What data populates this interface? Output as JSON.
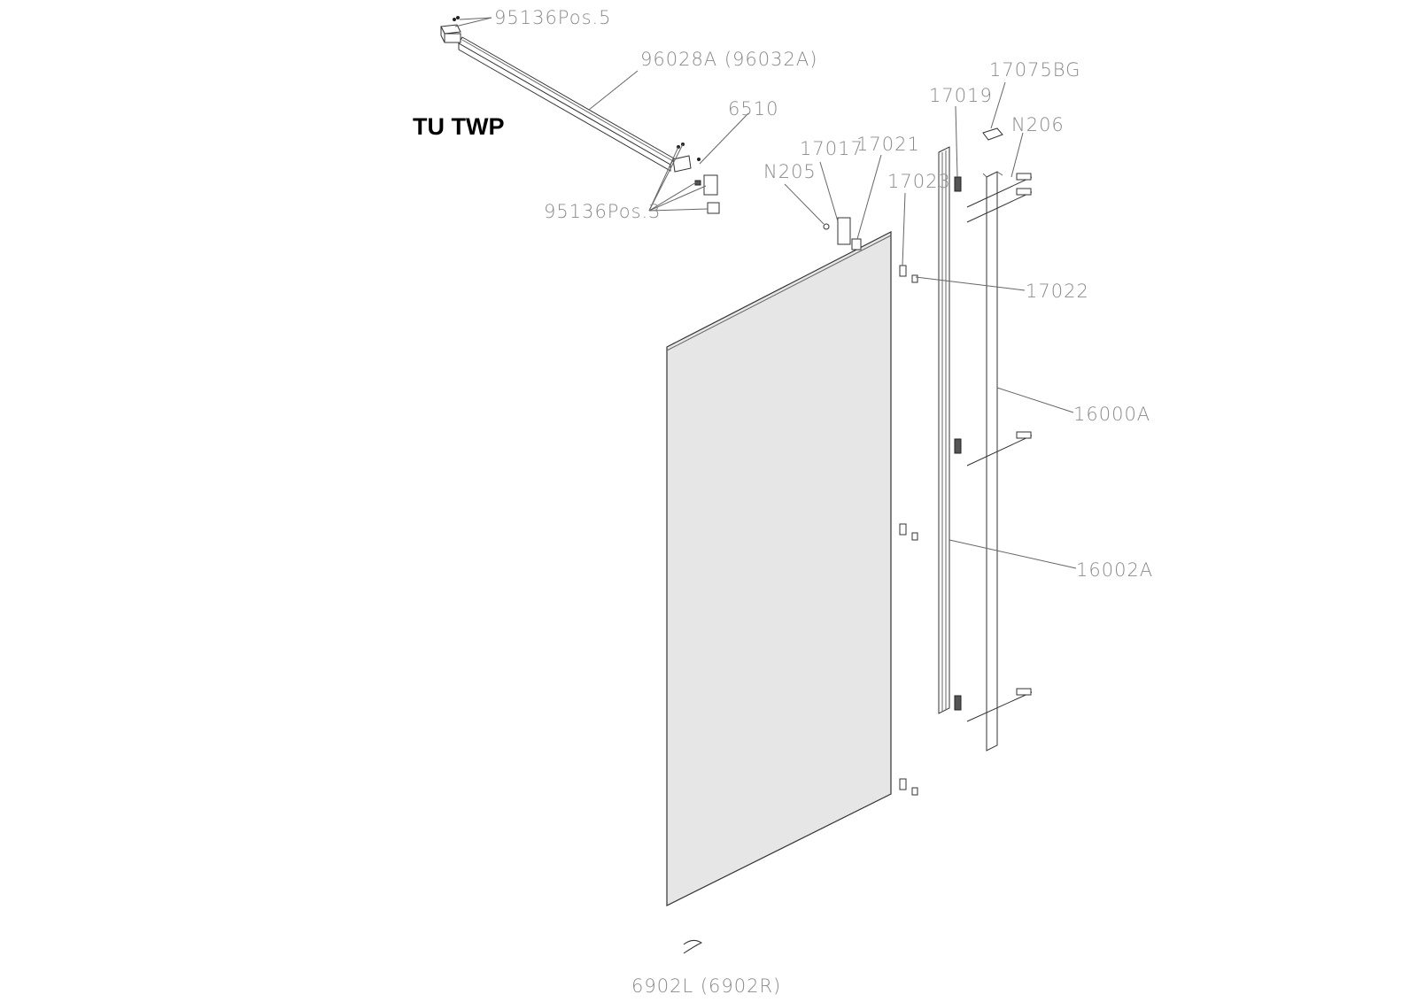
{
  "title": "TU TWP",
  "labels": {
    "p95136pos5": "95136Pos.5",
    "p96028a": "96028A (96032A)",
    "p6510": "6510",
    "p95136pos3": "95136Pos.3",
    "n205": "N205",
    "p17017": "17017",
    "p17021": "17021",
    "p17023": "17023",
    "p17019": "17019",
    "p17075bg": "17075BG",
    "n206": "N206",
    "p17022": "17022",
    "p16000a": "16000A",
    "p16002a": "16002A",
    "p6902l": "6902L (6902R)"
  },
  "colors": {
    "glass": "#e6e6e6",
    "label": "#8a8a8a"
  }
}
